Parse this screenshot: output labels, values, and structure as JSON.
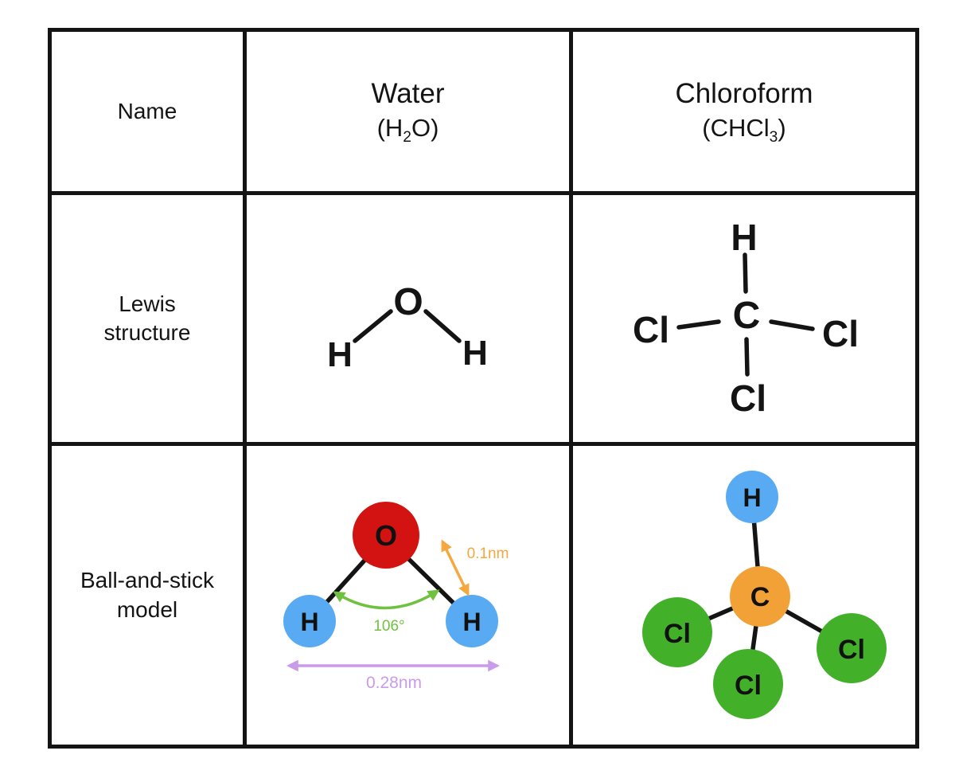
{
  "header": {
    "name_label": "Name",
    "water": {
      "name": "Water",
      "formula_pre": "(H",
      "formula_sub": "2",
      "formula_post": "O)"
    },
    "chloroform": {
      "name": "Chloroform",
      "formula_pre": "(CHCl",
      "formula_sub": "3",
      "formula_post": ")"
    }
  },
  "rows": {
    "lewis_label_line1": "Lewis",
    "lewis_label_line2": "structure",
    "ball_label_line1": "Ball-and-stick",
    "ball_label_line2": "model"
  },
  "lewis": {
    "water": {
      "o": "O",
      "h_left": "H",
      "h_right": "H"
    },
    "chloroform": {
      "c": "C",
      "h": "H",
      "cl_left": "Cl",
      "cl_right": "Cl",
      "cl_bottom": "Cl"
    }
  },
  "ball_stick": {
    "water": {
      "o": "O",
      "h_left": "H",
      "h_right": "H",
      "bond_length": "0.1nm",
      "bond_angle": "106°",
      "h_distance": "0.28nm"
    },
    "chloroform": {
      "c": "C",
      "h": "H",
      "cl_left": "Cl",
      "cl_right": "Cl",
      "cl_bottom": "Cl"
    }
  },
  "colors": {
    "oxygen": "#d31212",
    "hydrogen": "#58abf2",
    "carbon": "#f2a136",
    "chlorine": "#43b02a",
    "annotation_bond_length": "#f5a83f",
    "annotation_angle": "#6fc13f",
    "annotation_distance": "#c99cea"
  }
}
